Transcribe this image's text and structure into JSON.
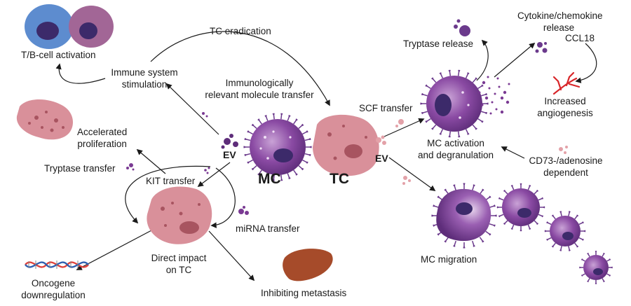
{
  "labels": {
    "tb_activation": "T/B-cell activation",
    "tc_eradication": "TC eradication",
    "immune_stimulation": [
      "Immune system",
      "stimulation"
    ],
    "molecule_transfer": [
      "Immunologically",
      "relevant molecule transfer"
    ],
    "accelerated_prolif": [
      "Accelerated",
      "proliferation"
    ],
    "tryptase_transfer": "Tryptase transfer",
    "kit_transfer": "KIT transfer",
    "mirna_transfer": "miRNA transfer",
    "direct_impact": [
      "Direct impact",
      "on TC"
    ],
    "oncogene": [
      "Oncogene",
      "downregulation"
    ],
    "inhibit_meta": "Inhibiting metastasis",
    "mc": "MC",
    "tc": "TC",
    "ev_left": "EV",
    "ev_right": "EV",
    "scf_transfer": "SCF transfer",
    "tryptase_release": "Tryptase release",
    "cytokine_release": [
      "Cytokine/chemokine",
      "release"
    ],
    "ccl18": "CCL18",
    "angiogenesis": [
      "Increased",
      "angiogenesis"
    ],
    "mc_activation": [
      "MC activation",
      "and degranulation"
    ],
    "cd73": [
      "CD73-/adenosine",
      "dependent"
    ],
    "mc_migration": "MC migration"
  },
  "colors": {
    "mc_purple": "#7a3a93",
    "mc_light": "#b98bc8",
    "mc_spike": "#6b3a8c",
    "tumor_pink": "#d9909a",
    "tumor_dark": "#a85460",
    "tcell_blue": "#5d8ccf",
    "bcell_mauve": "#a26696",
    "nucleus": "#3c2a6a",
    "liver": "#a64b2a",
    "vessel": "#d8262a",
    "dna_red": "#e0413a",
    "dna_blue": "#2d5fb0",
    "arrow": "#1a1a1a"
  },
  "icons": [
    "t-cell-icon",
    "b-cell-icon",
    "mast-cell-icon",
    "tumor-cell-icon",
    "liver-icon",
    "dna-icon",
    "blood-vessel-icon",
    "vesicle-icon",
    "granule-icon"
  ]
}
